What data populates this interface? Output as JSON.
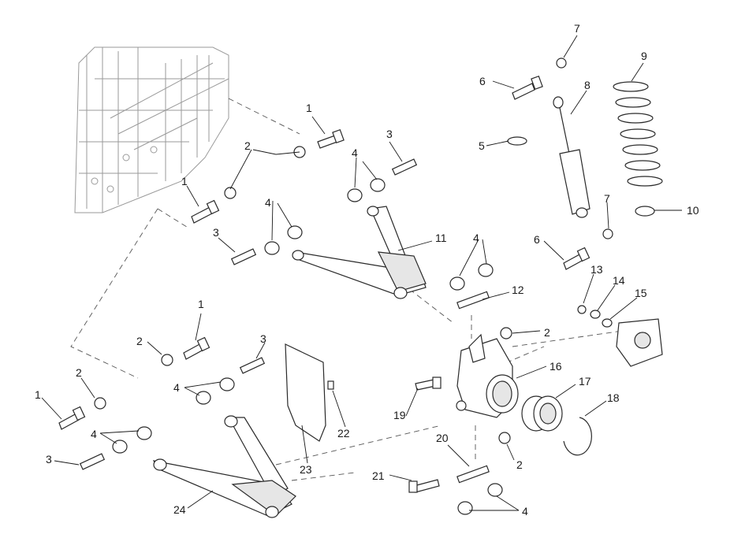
{
  "callouts": [
    "1",
    "2",
    "3",
    "4",
    "5",
    "6",
    "7",
    "8",
    "9",
    "10",
    "11",
    "12",
    "13",
    "14",
    "15",
    "16",
    "17",
    "18",
    "19",
    "20",
    "21",
    "22",
    "23",
    "24"
  ],
  "labels": {
    "c1a": "1",
    "c1b": "1",
    "c1c": "1",
    "c1d": "1",
    "c2a": "2",
    "c2b": "2",
    "c2c": "2",
    "c2d": "2",
    "c2e": "2",
    "c3a": "3",
    "c3b": "3",
    "c3c": "3",
    "c3d": "3",
    "c4a": "4",
    "c4b": "4",
    "c4c": "4",
    "c4d": "4",
    "c4e": "4",
    "c4f": "4",
    "c5": "5",
    "c6a": "6",
    "c6b": "6",
    "c7a": "7",
    "c7b": "7",
    "c8": "8",
    "c9": "9",
    "c10": "10",
    "c11": "11",
    "c12": "12",
    "c13": "13",
    "c14": "14",
    "c15": "15",
    "c16": "16",
    "c17": "17",
    "c18": "18",
    "c19": "19",
    "c20": "20",
    "c21": "21",
    "c22": "22",
    "c23": "23",
    "c24": "24"
  }
}
